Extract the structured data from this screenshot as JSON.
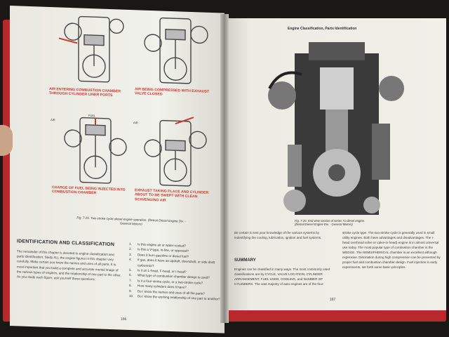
{
  "left_page": {
    "captions": [
      "AIR ENTERING COMBUSTION CHAMBER THROUGH CYLINDER LINER PORTS",
      "AIR BEING COMPRESSED WITH EXHAUST VALVE CLOSED",
      "CHARGE OF FUEL BEING INJECTED INTO COMBUSTION CHAMBER",
      "EXHAUST TAKING PLACE AND CYLINDER ABOUT TO BE SWEPT WITH CLEAN SCAVENGING AIR"
    ],
    "labels": [
      "AIR",
      "FUEL",
      "AIR"
    ],
    "figure_caption": "Fig. 7-25. Two-stroke cycle diesel engine operation. (Detroit Diesel Engine Div. - General Motors)",
    "heading": "IDENTIFICATION AND CLASSIFICATION",
    "body": "The remainder of this chapter is devoted to engine classification and parts identification. Study ALL the engine figures in this chapter very carefully. Make certain you know the names and uses of all parts. It is most important that you build a complete and accurate mental image of the various types of engines, and the relationship of one part to the other. As you study each figure, ask yourself these questions:",
    "questions": [
      {
        "n": "1.",
        "t": "Is this engine air or water-cooled?"
      },
      {
        "n": "2.",
        "t": "Is this a V-type, in-line, or opposed?"
      },
      {
        "n": "3.",
        "t": "Does it burn gasoline or diesel fuel?"
      },
      {
        "n": "4.",
        "t": "If gas, does it have an updraft, downdraft, or side draft carburetor?"
      },
      {
        "n": "5.",
        "t": "Is it an L-head, F-head, or I-head?"
      },
      {
        "n": "6.",
        "t": "What type of combustion chamber design is used?"
      },
      {
        "n": "7.",
        "t": "Is it a four-stroke cycle, or a two-stroke cycle?"
      },
      {
        "n": "8.",
        "t": "How many cylinders does it have?"
      },
      {
        "n": "9.",
        "t": "Do I know the names and uses of all the parts?"
      },
      {
        "n": "10.",
        "t": "Do I know the working relationship of one part to another?"
      }
    ],
    "page_number": "166"
  },
  "right_page": {
    "header": "Engine Classification, Parts Identification",
    "figure_caption": "Fig. 7-26. End view section of series 71 diesel engine. (Detroit Diesel Engine Div. - General Motors)",
    "col1_text": "Be certain to test your knowledge of the various systems by indentifying the cooling, lubrication, ignition and fuel systems.",
    "summary_heading": "SUMMARY",
    "summary_text": "Engines can be classified in many ways. The most commonly used classifications are by CYCLE, VALVE LOCATION, CYLINDER ARRANGEMENT, FUEL USED, COOLING, and NUMBER OF CYLINDERS. The vast majority of auto engines are of the four-",
    "col2_text": "stroke cycle type. The two-stroke cycle is generally used in small utility engines. Both have advantages and disadvantages. The I-head overhead valve or valve-in-head) engine is in almost universal use today. The most popular type of combustion chamber is the WEDGE. The HEMISPHERICAL chamber is an excellent although expensive. Detonation during high compression can be prevented by proper fuel and combustion chamber design. Fuel injection in early experiments, set forth some basic principles.",
    "page_number": "167"
  },
  "colors": {
    "accent_red": "#d4372c",
    "book_cover": "#b8282c",
    "page": "#eeede6"
  }
}
